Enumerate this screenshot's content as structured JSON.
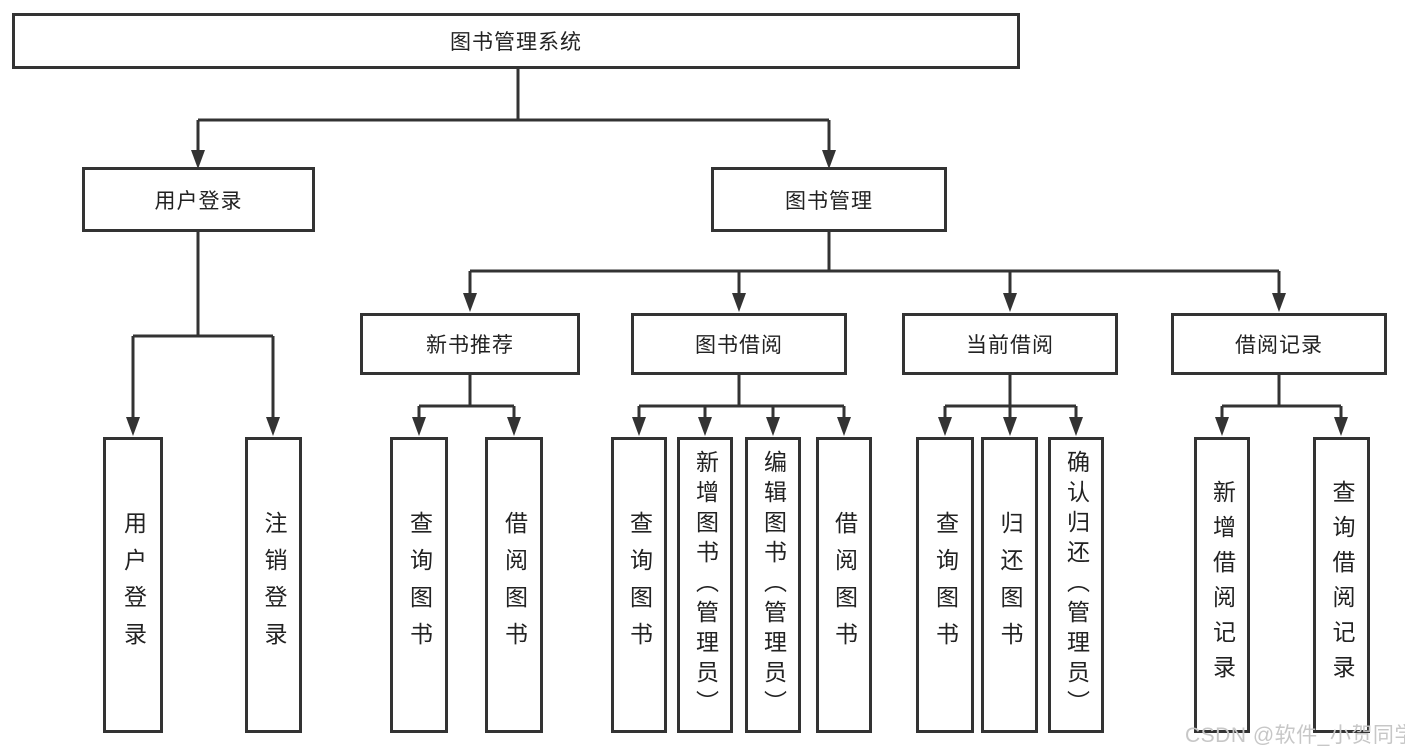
{
  "colors": {
    "line": "#333333",
    "text": "#222222",
    "watermark": "#c7c7c7",
    "background": "#ffffff"
  },
  "watermark": {
    "text": "CSDN @软件_小贺同学"
  },
  "tree": {
    "label": "图书管理系统",
    "children": [
      {
        "label": "用户登录",
        "children": [
          {
            "label": "用户登录"
          },
          {
            "label": "注销登录"
          }
        ]
      },
      {
        "label": "图书管理",
        "children": [
          {
            "label": "新书推荐",
            "children": [
              {
                "label": "查询图书"
              },
              {
                "label": "借阅图书"
              }
            ]
          },
          {
            "label": "图书借阅",
            "children": [
              {
                "label": "查询图书"
              },
              {
                "label": "新增图书（管理员）"
              },
              {
                "label": "编辑图书（管理员）"
              },
              {
                "label": "借阅图书"
              }
            ]
          },
          {
            "label": "当前借阅",
            "children": [
              {
                "label": "查询图书"
              },
              {
                "label": "归还图书"
              },
              {
                "label": "确认归还（管理员）"
              }
            ]
          },
          {
            "label": "借阅记录",
            "children": [
              {
                "label": "新增借阅记录"
              },
              {
                "label": "查询借阅记录"
              }
            ]
          }
        ]
      }
    ]
  }
}
